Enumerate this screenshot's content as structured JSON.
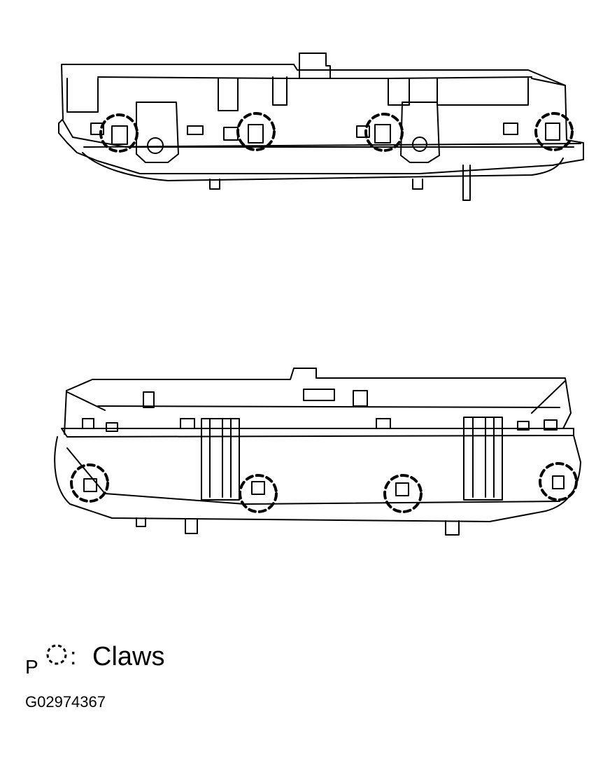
{
  "legend": {
    "prefix": "P",
    "colon": ":",
    "claws_label": "Claws",
    "symbol": "dashed-circle"
  },
  "figure_code": "G02974367",
  "style": {
    "line_color": "#000000",
    "background": "#ffffff"
  }
}
